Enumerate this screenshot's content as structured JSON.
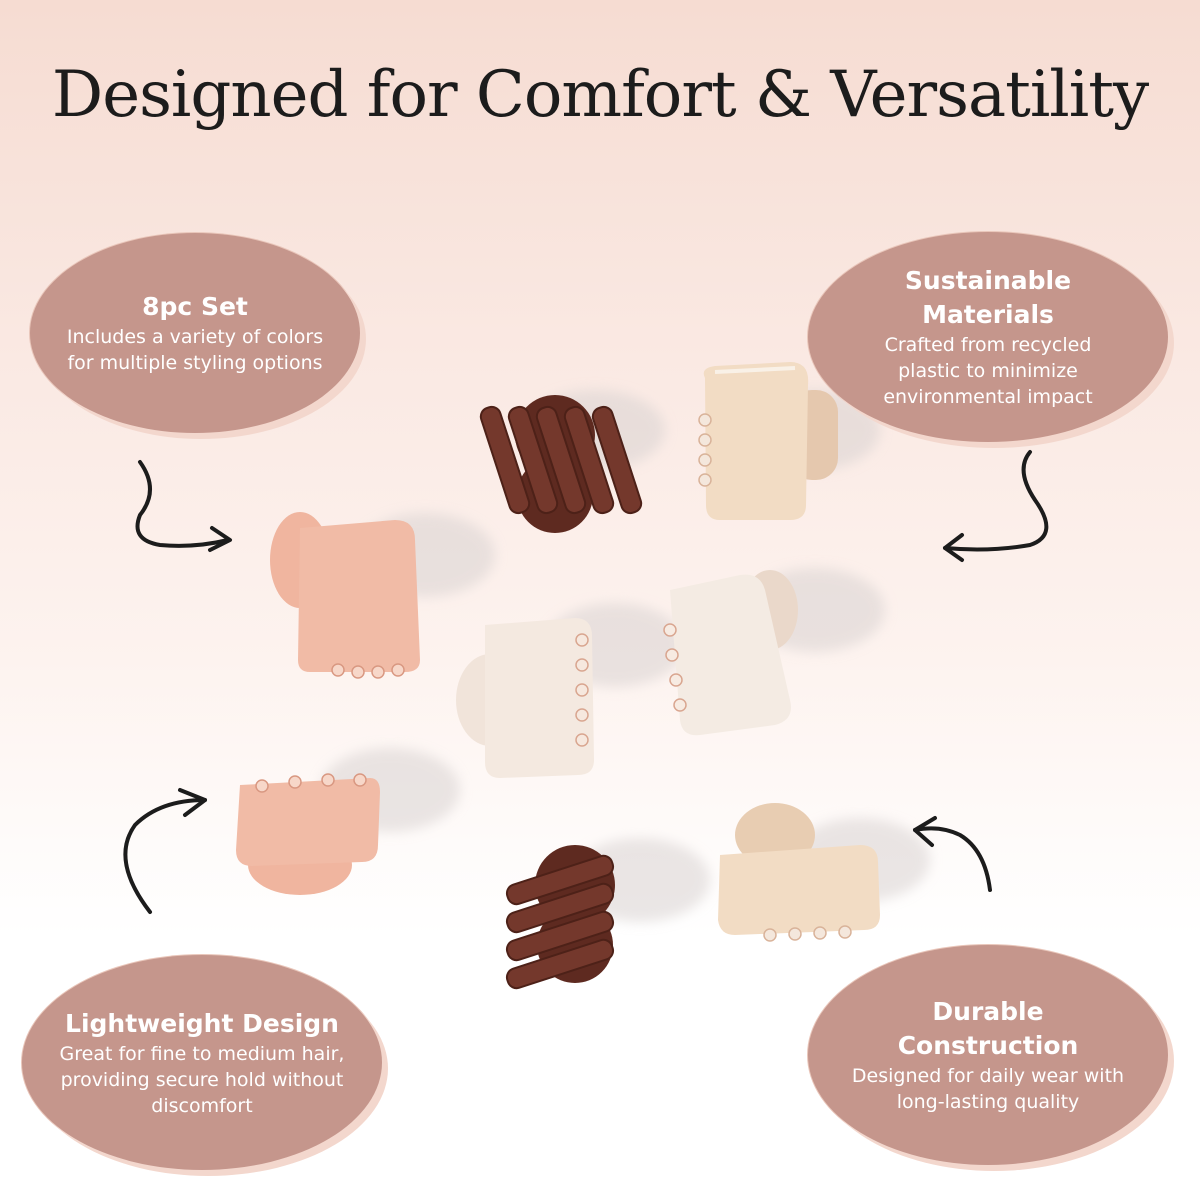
{
  "headline": "Designed for Comfort & Versatility",
  "features": [
    {
      "title": "8pc Set",
      "text": "Includes a variety of colors for multiple styling options"
    },
    {
      "title": "Sustainable Materials",
      "text": "Crafted from recycled plastic to minimize environmental impact"
    },
    {
      "title": "Lightweight Design",
      "text": "Great for fine to medium hair, providing secure hold without discomfort"
    },
    {
      "title": "Durable Construction",
      "text": "Designed for daily wear with long-lasting quality"
    }
  ],
  "colors": {
    "bubble": "#c5968c",
    "brown": "#6a3227",
    "pink": "#f1bba6",
    "cream": "#f4e9e0",
    "beige": "#f2dcc4"
  }
}
